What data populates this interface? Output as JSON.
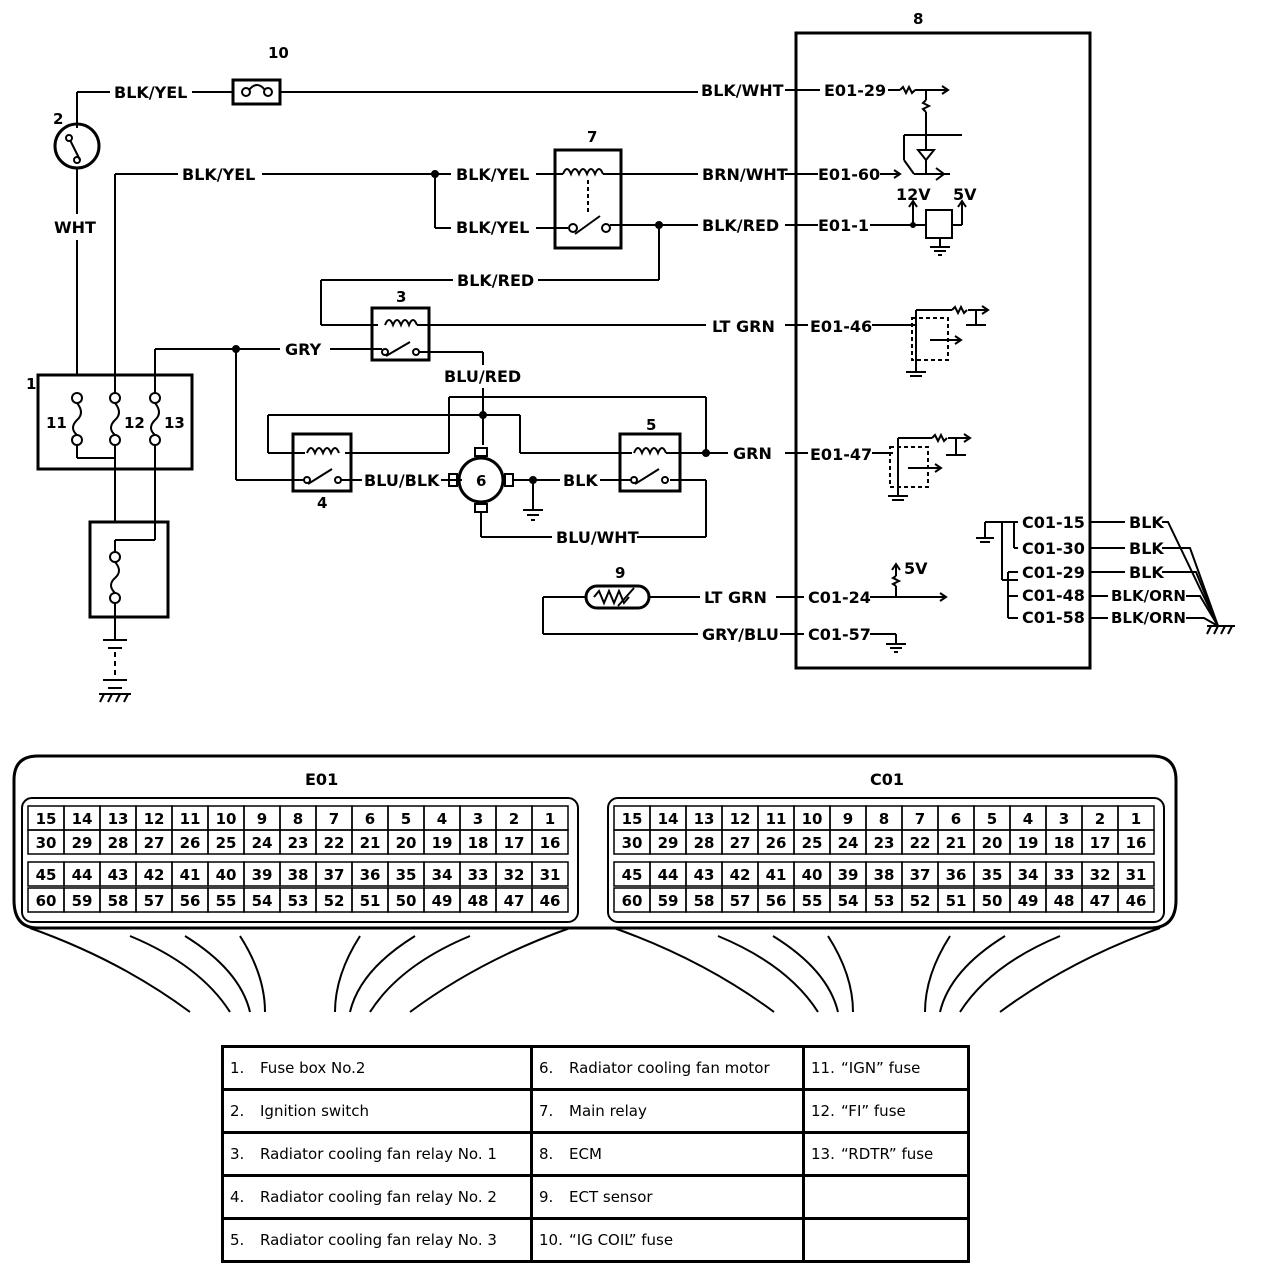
{
  "components": {
    "c1": "1",
    "c2": "2",
    "c3": "3",
    "c4": "4",
    "c5": "5",
    "c6": "6",
    "c7": "7",
    "c8": "8",
    "c9": "9",
    "c10": "10",
    "c11": "11",
    "c12": "12",
    "c13": "13"
  },
  "wires": {
    "w_blkyel_top": "BLK/YEL",
    "w_blkwht": "BLK/WHT",
    "w_wht": "WHT",
    "w_blkyel_mid": "BLK/YEL",
    "w_blkyel_r1": "BLK/YEL",
    "w_blkyel_r2": "BLK/YEL",
    "w_brnwht": "BRN/WHT",
    "w_blkred_1": "BLK/RED",
    "w_blkred_2": "BLK/RED",
    "w_ltgrn_1": "LT GRN",
    "w_gry": "GRY",
    "w_blured": "BLU/RED",
    "w_grn": "GRN",
    "w_blublk": "BLU/BLK",
    "w_blk": "BLK",
    "w_bluwht": "BLU/WHT",
    "w_ltgrn_2": "LT GRN",
    "w_grybl": "GRY/BLU",
    "w_gnd1": "BLK",
    "w_gnd2": "BLK",
    "w_gnd3": "BLK",
    "w_gnd4": "BLK/ORN",
    "w_gnd5": "BLK/ORN"
  },
  "ecm_terminals": {
    "t1": "E01-29",
    "t2": "E01-60",
    "t3": "E01-1",
    "t4": "E01-46",
    "t5": "E01-47",
    "t6": "C01-15",
    "t7": "C01-30",
    "t8": "C01-29",
    "t9": "C01-48",
    "t10": "C01-58",
    "t11": "C01-24",
    "t12": "C01-57"
  },
  "voltages": {
    "v12": "12V",
    "v5a": "5V",
    "v5b": "5V"
  },
  "connectors": [
    {
      "name": "E01",
      "rows": [
        [
          "15",
          "14",
          "13",
          "12",
          "11",
          "10",
          "9",
          "8",
          "7",
          "6",
          "5",
          "4",
          "3",
          "2",
          "1"
        ],
        [
          "30",
          "29",
          "28",
          "27",
          "26",
          "25",
          "24",
          "23",
          "22",
          "21",
          "20",
          "19",
          "18",
          "17",
          "16"
        ],
        [
          "45",
          "44",
          "43",
          "42",
          "41",
          "40",
          "39",
          "38",
          "37",
          "36",
          "35",
          "34",
          "33",
          "32",
          "31"
        ],
        [
          "60",
          "59",
          "58",
          "57",
          "56",
          "55",
          "54",
          "53",
          "52",
          "51",
          "50",
          "49",
          "48",
          "47",
          "46"
        ]
      ]
    },
    {
      "name": "C01",
      "rows": [
        [
          "15",
          "14",
          "13",
          "12",
          "11",
          "10",
          "9",
          "8",
          "7",
          "6",
          "5",
          "4",
          "3",
          "2",
          "1"
        ],
        [
          "30",
          "29",
          "28",
          "27",
          "26",
          "25",
          "24",
          "23",
          "22",
          "21",
          "20",
          "19",
          "18",
          "17",
          "16"
        ],
        [
          "45",
          "44",
          "43",
          "42",
          "41",
          "40",
          "39",
          "38",
          "37",
          "36",
          "35",
          "34",
          "33",
          "32",
          "31"
        ],
        [
          "60",
          "59",
          "58",
          "57",
          "56",
          "55",
          "54",
          "53",
          "52",
          "51",
          "50",
          "49",
          "48",
          "47",
          "46"
        ]
      ]
    }
  ],
  "legend": [
    [
      {
        "num": "1.",
        "text": "Fuse box No.2"
      },
      {
        "num": "6.",
        "text": "Radiator cooling fan motor"
      },
      {
        "num": "11.",
        "text": "“IGN” fuse"
      }
    ],
    [
      {
        "num": "2.",
        "text": "Ignition switch"
      },
      {
        "num": "7.",
        "text": "Main relay"
      },
      {
        "num": "12.",
        "text": "“FI” fuse"
      }
    ],
    [
      {
        "num": "3.",
        "text": "Radiator cooling fan relay No. 1"
      },
      {
        "num": "8.",
        "text": "ECM"
      },
      {
        "num": "13.",
        "text": "“RDTR” fuse"
      }
    ],
    [
      {
        "num": "4.",
        "text": "Radiator cooling fan relay No. 2"
      },
      {
        "num": "9.",
        "text": "ECT sensor"
      },
      {
        "num": "",
        "text": ""
      }
    ],
    [
      {
        "num": "5.",
        "text": "Radiator cooling fan relay No. 3"
      },
      {
        "num": "10.",
        "text": "“IG COIL” fuse"
      },
      {
        "num": "",
        "text": ""
      }
    ]
  ]
}
